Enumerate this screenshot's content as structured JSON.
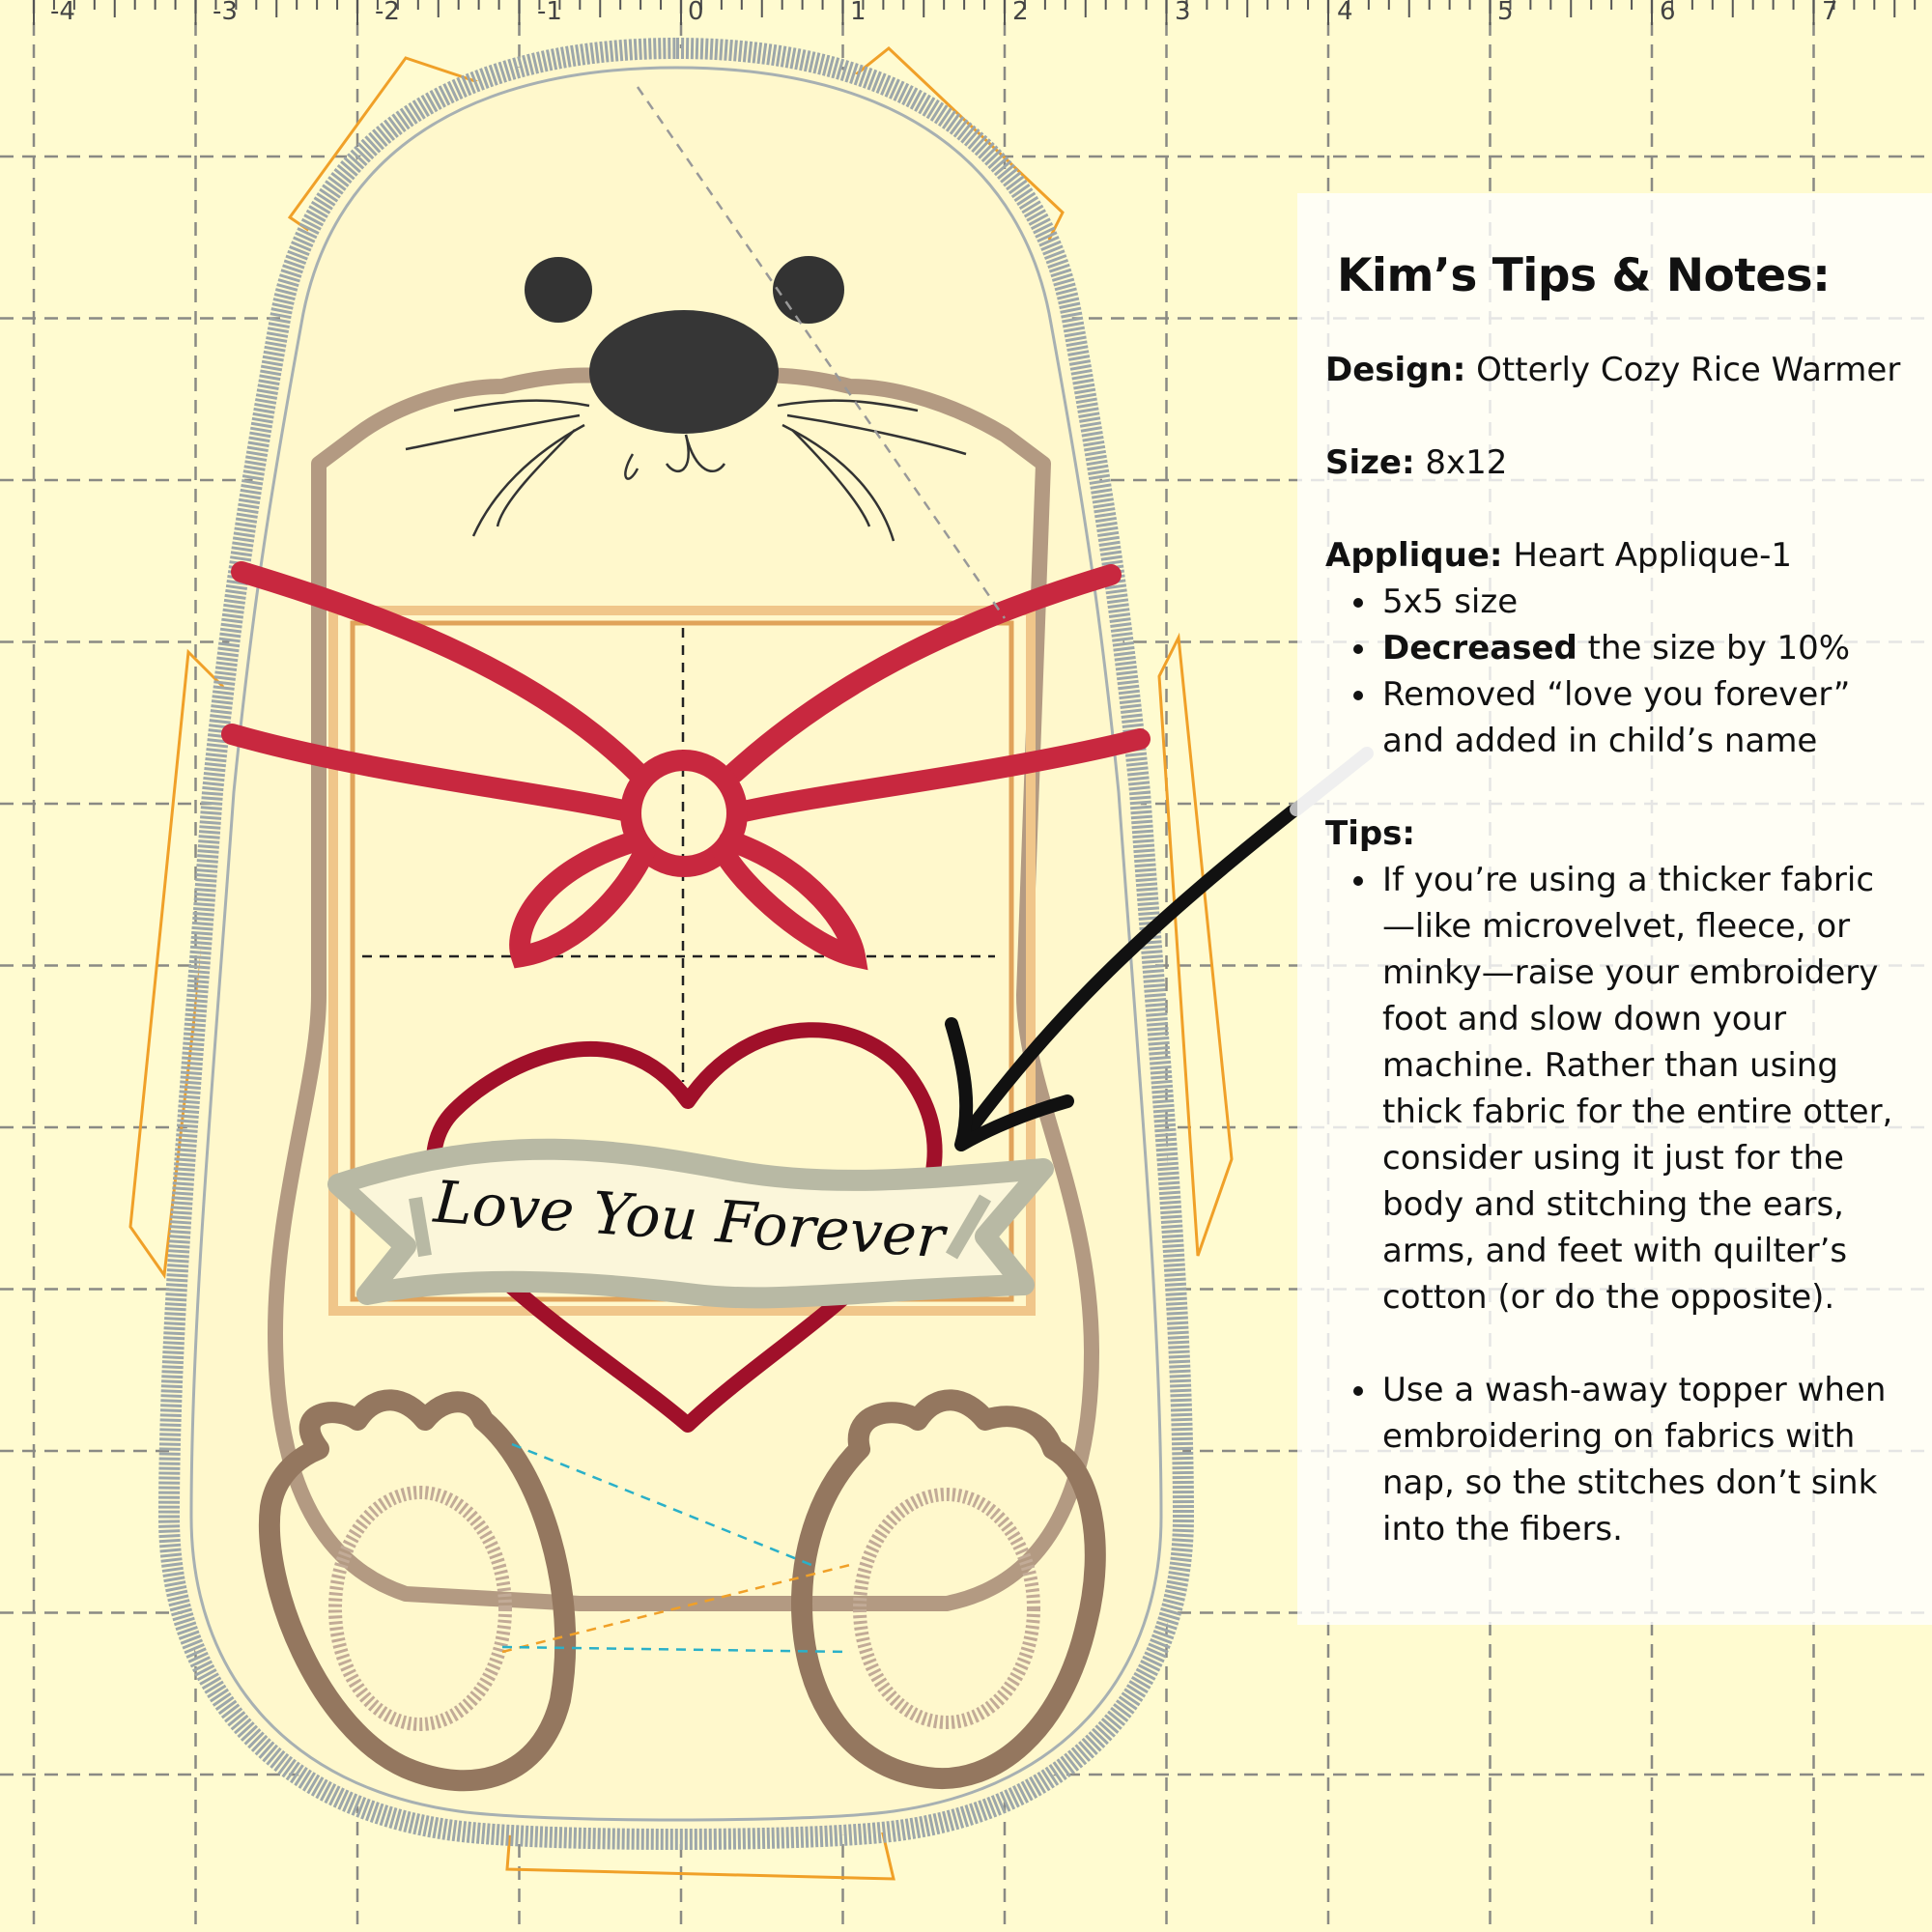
{
  "ruler": {
    "ticks": [
      "-4",
      "-3",
      "-2",
      "-1",
      "0",
      "1",
      "2",
      "3",
      "4",
      "5",
      "6",
      "7"
    ]
  },
  "design_text": {
    "banner": "Love You Forever"
  },
  "colors": {
    "background": "#fffbd0",
    "grid": "#8a8a84",
    "body_outline": "#b39a82",
    "satin_edge": "#9da7aa",
    "ribbon": "#c8283f",
    "heart": "#a0102a",
    "banner": "#b8b9a4",
    "paw": "#94775f",
    "eye_nose": "#333333",
    "frame": "#e0a35a",
    "placement_orange": "#f0a028"
  },
  "notes": {
    "title": "Kim’s Tips & Notes:",
    "design_label": "Design:",
    "design_value": "Otterly Cozy Rice Warmer",
    "size_label": "Size:",
    "size_value": "8x12",
    "applique_label": "Applique:",
    "applique_value": "Heart Applique-1",
    "applique_b1": "5x5 size",
    "applique_b2_bold": "Decreased",
    "applique_b2_rest": "the size by 10%",
    "applique_b3": "Removed “love you forever” and added in child’s name",
    "tips_label": "Tips:",
    "tip1": "If you’re using a thicker fabric—like microvelvet, fleece, or minky—raise your embroidery foot and slow down your machine. Rather than using thick fabric for the entire otter, consider using it just for the body and stitching the ears, arms, and feet with quilter’s cotton (or do the opposite).",
    "tip2": "Use a wash-away topper when embroidering on fabrics with nap, so the stitches don’t sink into the fibers."
  }
}
